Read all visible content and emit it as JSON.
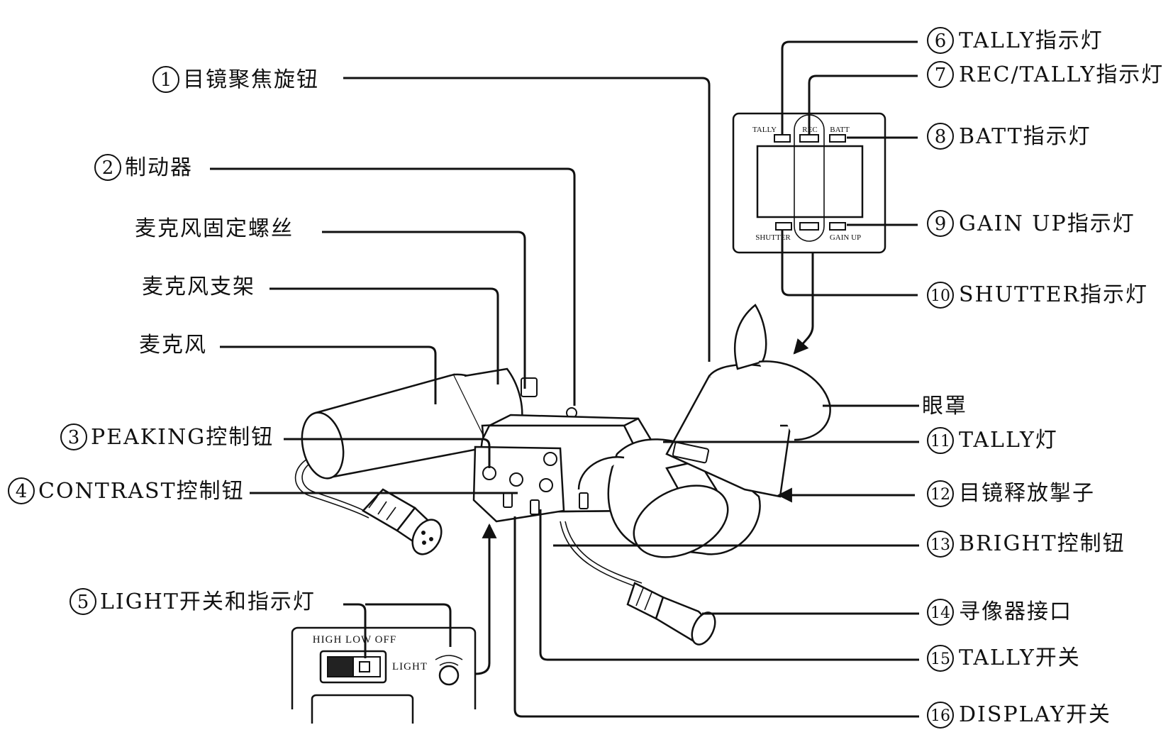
{
  "labels_left": [
    {
      "num": "1",
      "text": "目镜聚焦旋钮"
    },
    {
      "num": "2",
      "text": "制动器"
    },
    {
      "num": "",
      "text": "麦克风固定螺丝"
    },
    {
      "num": "",
      "text": "麦克风支架"
    },
    {
      "num": "",
      "text": "麦克风"
    },
    {
      "num": "3",
      "text": "PEAKING控制钮"
    },
    {
      "num": "4",
      "text": "CONTRAST控制钮"
    },
    {
      "num": "5",
      "text": "LIGHT开关和指示灯"
    }
  ],
  "labels_right": [
    {
      "num": "6",
      "text": "TALLY指示灯"
    },
    {
      "num": "7",
      "text": "REC/TALLY指示灯"
    },
    {
      "num": "8",
      "text": "BATT指示灯"
    },
    {
      "num": "9",
      "text": "GAIN UP指示灯"
    },
    {
      "num": "10",
      "text": "SHUTTER指示灯"
    },
    {
      "num": "",
      "text": "眼罩"
    },
    {
      "num": "11",
      "text": "TALLY灯"
    },
    {
      "num": "12",
      "text": "目镜释放掣子"
    },
    {
      "num": "13",
      "text": "BRIGHT控制钮"
    },
    {
      "num": "14",
      "text": "寻像器接口"
    },
    {
      "num": "15",
      "text": "TALLY开关"
    },
    {
      "num": "16",
      "text": "DISPLAY开关"
    }
  ],
  "panel_top": {
    "tally": "TALLY",
    "rec": "REC",
    "batt": "BATT",
    "shutter": "SHUTTER",
    "gain_up": "GAIN UP"
  },
  "panel_light": {
    "switch_positions": "HIGH LOW OFF",
    "light": "LIGHT"
  }
}
